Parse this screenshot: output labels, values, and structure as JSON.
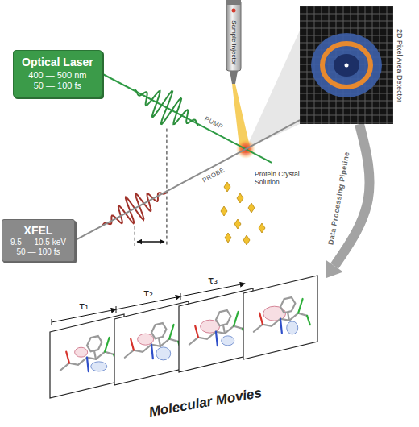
{
  "diagram": {
    "nodes": [
      {
        "text": [
          "Sample Injector"
        ]
      },
      {
        "text": [
          "2D Pixel Area Detector"
        ]
      },
      {
        "text": [
          "Optical Laser",
          "400 — 500 nm",
          "50 — 100 fs"
        ]
      },
      {
        "text": [
          "XFEL",
          "9.5 — 10.5 keV",
          "50 — 100 fs"
        ]
      },
      {
        "text": [
          "Molecular Movies"
        ]
      }
    ],
    "edges": [
      {
        "from": 3,
        "to": 1,
        "arrow": "none",
        "label": "PROBE"
      },
      {
        "from": 1,
        "to": 4,
        "arrow": "to",
        "label": "Data Processing Pipeline"
      }
    ],
    "labels": [
      "PUMP",
      "Protein Crystal Solution",
      "τ₁",
      "τ₂",
      "τ₃"
    ]
  }
}
